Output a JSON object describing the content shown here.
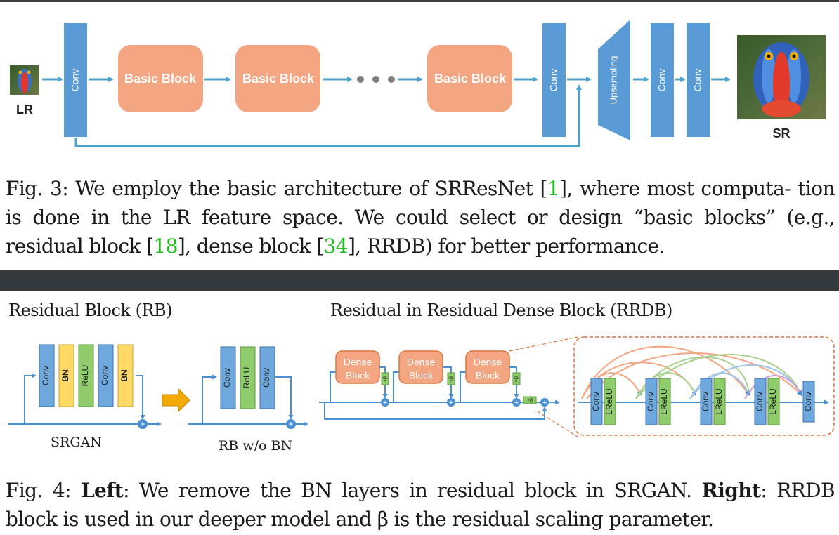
{
  "fig3": {
    "lr_label": "LR",
    "sr_label": "SR",
    "conv_label": "Conv",
    "basic_block_label": "Basic Block",
    "upsampling_label": "Upsampling",
    "caption_prefix": "Fig. 3: We employ the basic architecture of SRResNet [",
    "ref1": "1",
    "caption_part2": "], where most computa- tion is done in the LR feature space. We could select or design “basic blocks” (e.g., residual block [",
    "ref18": "18",
    "caption_part3": "], dense block [",
    "ref34": "34",
    "caption_part4": "], RRDB) for better performance."
  },
  "fig4": {
    "rb_title": "Residual Block (RB)",
    "rrdb_title": "Residual in Residual Dense Block (RRDB)",
    "srgan_label": "SRGAN",
    "rb_wo_bn_label": "RB w/o BN",
    "conv_label": "Conv",
    "bn_label": "BN",
    "relu_label": "ReLU",
    "lrelu_label": "LReLU",
    "dense_label": "Dense",
    "block_label": "Block",
    "beta_label": "×β",
    "caption_prefix": "Fig. 4: ",
    "left_bold": "Left",
    "caption_left": ": We remove the BN layers in residual block in SRGAN. ",
    "right_bold": "Right",
    "caption_right": ": RRDB block is used in our deeper model and β is the residual scaling parameter."
  },
  "colors": {
    "conv": "#5b9bd5",
    "basic_block": "#f4a582",
    "bn": "#ffd966",
    "relu": "#8fcc6b",
    "arrow": "#5ba3c9"
  }
}
